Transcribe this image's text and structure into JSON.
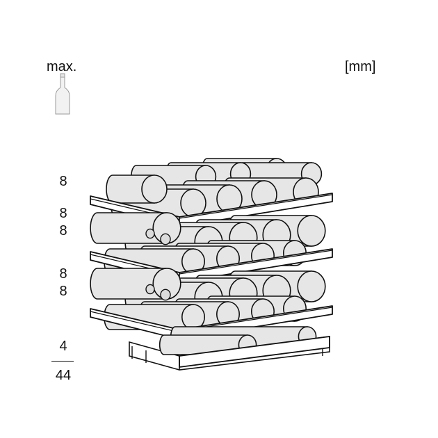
{
  "header": {
    "max_label": "max.",
    "unit_label": "[mm]"
  },
  "icons": {
    "bottle": "wine-bottle-icon"
  },
  "shelves": [
    {
      "name": "shelf-1",
      "counts": [
        "8"
      ]
    },
    {
      "name": "shelf-2",
      "counts": [
        "8",
        "8"
      ]
    },
    {
      "name": "shelf-3",
      "counts": [
        "8",
        "8"
      ]
    },
    {
      "name": "shelf-4",
      "counts": [
        "4"
      ]
    }
  ],
  "total": "44",
  "colors": {
    "line": "#111111",
    "bottle_fill": "#e6e6e6",
    "shelf_fill": "#ffffff"
  }
}
